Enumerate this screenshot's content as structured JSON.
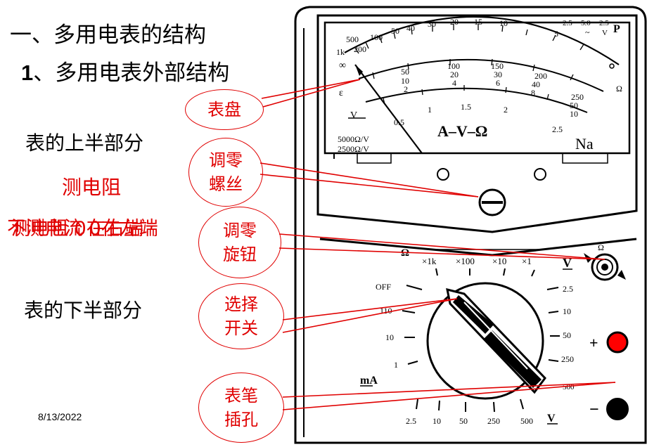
{
  "heading": {
    "line1": "一、多用电表的结构",
    "line2_num": "1",
    "line2_text": "、多用电表外部结构"
  },
  "sections": {
    "upper": "表的上半部分",
    "measure_resistance": "测电阻",
    "overlap_a": "不测电流 0在左端",
    "overlap_b": "测电阻 0在右端",
    "lower": "表的下半部分"
  },
  "labels": {
    "dial": "表盘",
    "zero_screw_1": "调零",
    "zero_screw_2": "螺丝",
    "zero_knob_1": "调零",
    "zero_knob_2": "旋钮",
    "selector_1": "选择",
    "selector_2": "开关",
    "jack_1": "表笔",
    "jack_2": "插孔"
  },
  "footer": {
    "date": "8/13/2022"
  },
  "meter": {
    "ohm_scale": [
      "1k",
      "500",
      "200",
      "100",
      "50",
      "40",
      "30",
      "20",
      "15",
      "10",
      "5"
    ],
    "top_right_labels": [
      "2.5",
      "5.0",
      "2.5",
      "~",
      "V",
      "P"
    ],
    "mid_scale": [
      "50",
      "10",
      "2",
      "100",
      "20",
      "4",
      "150",
      "30",
      "6",
      "200",
      "40",
      "8",
      "250",
      "50",
      "10"
    ],
    "low_scale": [
      "0.5",
      "1",
      "1.5",
      "2",
      "2.5"
    ],
    "function_text": "A–V–Ω",
    "brand": "Na",
    "sensitivity_1": "5000Ω/V",
    "sensitivity_2": "2500Ω/V",
    "range_ohm": [
      "×1k",
      "×100",
      "×10",
      "×1"
    ],
    "omega": "Ω",
    "v_mark": "V",
    "off": "OFF",
    "ma_ranges": [
      "110",
      "10",
      "1"
    ],
    "ma_label": "mA",
    "dc_v_ranges": [
      "2.5",
      "10",
      "50",
      "250",
      "500"
    ],
    "ac_v_ranges": [
      "2.5",
      "10",
      "50",
      "250",
      "500"
    ],
    "bottom_v": "V",
    "plus": "+",
    "minus": "−",
    "colors": {
      "positive_jack": "#ff0000",
      "negative_jack": "#000000",
      "callout": "#e00000"
    }
  }
}
